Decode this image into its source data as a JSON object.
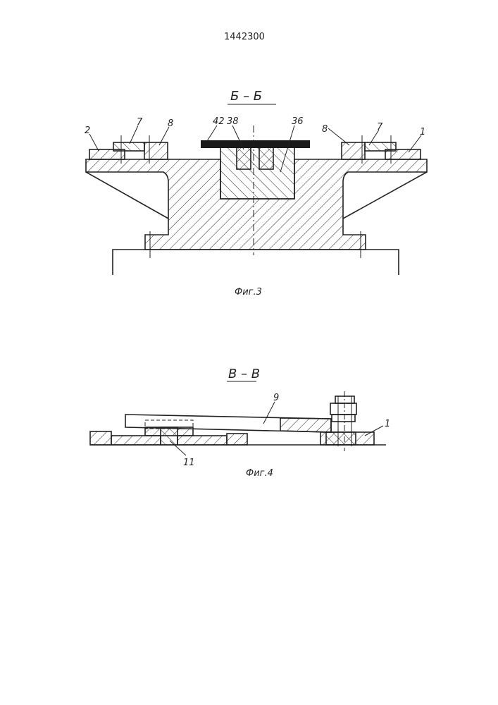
{
  "document": {
    "number": "1442300"
  },
  "fig3": {
    "section_label": "Б – Б",
    "caption": "Фиг.3",
    "callouts": {
      "c42": "42",
      "c38": "38",
      "c36": "36",
      "c2": "2",
      "c7_left": "7",
      "c8_left": "8",
      "c8_right": "8",
      "c7_right": "7",
      "c1": "1"
    }
  },
  "fig4": {
    "section_label": "В – В",
    "caption": "Фиг.4",
    "callouts": {
      "c9": "9",
      "c1": "1",
      "c11": "11"
    }
  },
  "colors": {
    "ink": "#222222",
    "paper": "#ffffff"
  }
}
